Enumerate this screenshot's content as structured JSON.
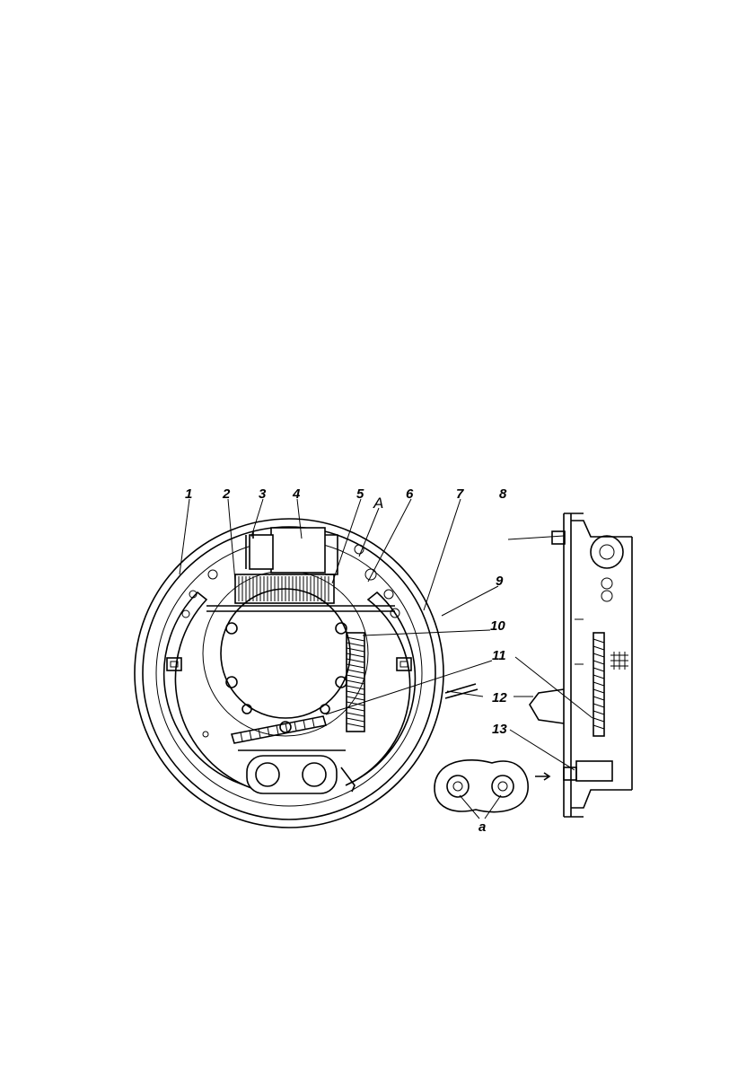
{
  "labels": {
    "l1": "1",
    "l2": "2",
    "l3": "3",
    "l4": "4",
    "l5": "5",
    "lA": "A",
    "l6": "6",
    "l7": "7",
    "l8": "8",
    "l9": "9",
    "l10": "10",
    "l11": "11",
    "l12": "12",
    "l13": "13",
    "la": "a"
  }
}
